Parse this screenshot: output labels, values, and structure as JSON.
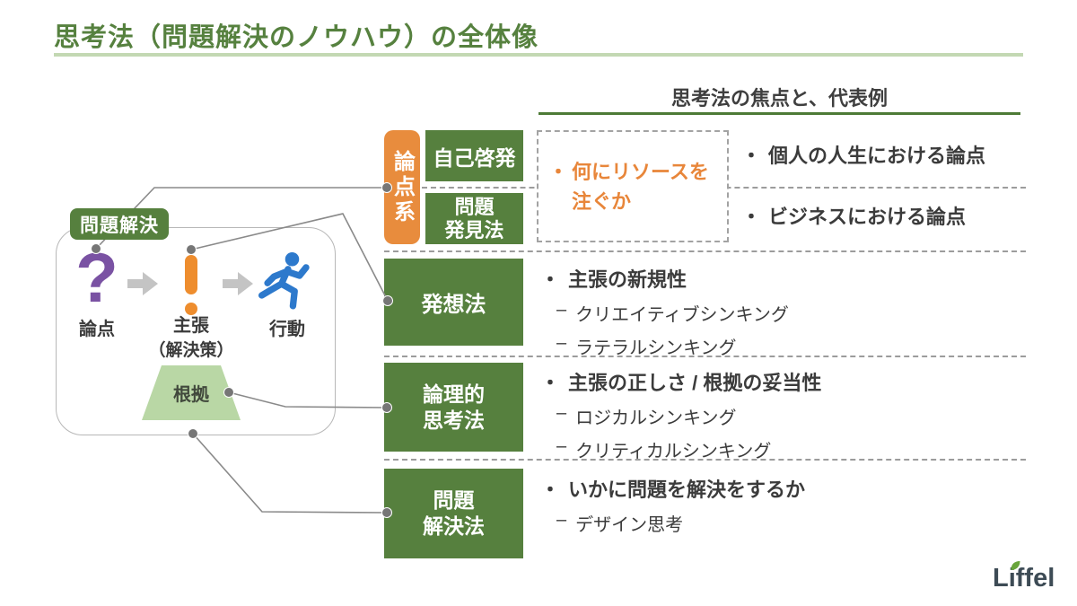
{
  "title": "思考法（問題解決のノウハウ）の全体像",
  "right_panel": {
    "header": "思考法の焦点と、代表例"
  },
  "glyphs": {
    "bullet": "・",
    "dash": "–"
  },
  "issue_group": {
    "side_label": "論点系",
    "items": [
      {
        "lines": [
          "自己啓発"
        ]
      },
      {
        "lines": [
          "問題",
          "発見法"
        ]
      }
    ],
    "focus_lines": [
      "何にリソースを",
      "注ぐか"
    ],
    "examples": [
      "個人の人生における論点",
      "ビジネスにおける論点"
    ]
  },
  "method_rows": [
    {
      "label_lines": [
        "発想法"
      ],
      "focus": "主張の新規性",
      "examples": [
        "クリエイティブシンキング",
        "ラテラルシンキング"
      ]
    },
    {
      "label_lines": [
        "論理的",
        "思考法"
      ],
      "focus": "主張の正しさ / 根拠の妥当性",
      "examples": [
        "ロジカルシンキング",
        "クリティカルシンキング"
      ]
    },
    {
      "label_lines": [
        "問題",
        "解決法"
      ],
      "focus": "いかに問題を解決をするか",
      "examples": [
        "デザイン思考"
      ]
    }
  ],
  "diagram": {
    "badge": "問題解決",
    "steps": [
      {
        "icon": "question-mark-icon",
        "glyph": "?",
        "label_lines": [
          "論点"
        ]
      },
      {
        "icon": "exclamation-icon",
        "label_lines": [
          "主張",
          "（解決策）"
        ]
      },
      {
        "icon": "runner-icon",
        "label_lines": [
          "行動"
        ]
      }
    ],
    "evidence_label": "根拠"
  },
  "logo": "Liffel",
  "colors": {
    "green": "#56803e",
    "light_green_underline": "#c3d8b3",
    "dark_green_underline": "#4d7a36",
    "orange": "#e88c3d",
    "orange_text": "#e8863a",
    "purple": "#7a52a3",
    "blue": "#2d79cc",
    "trapezoid_green": "#b9d7a5",
    "arrow_gray": "#c4c4c4",
    "connector_gray": "#8a8a8a",
    "dark_text": "#3b3b3b",
    "logo_color": "#3d4b55",
    "logo_leaf": "#69a53c"
  }
}
